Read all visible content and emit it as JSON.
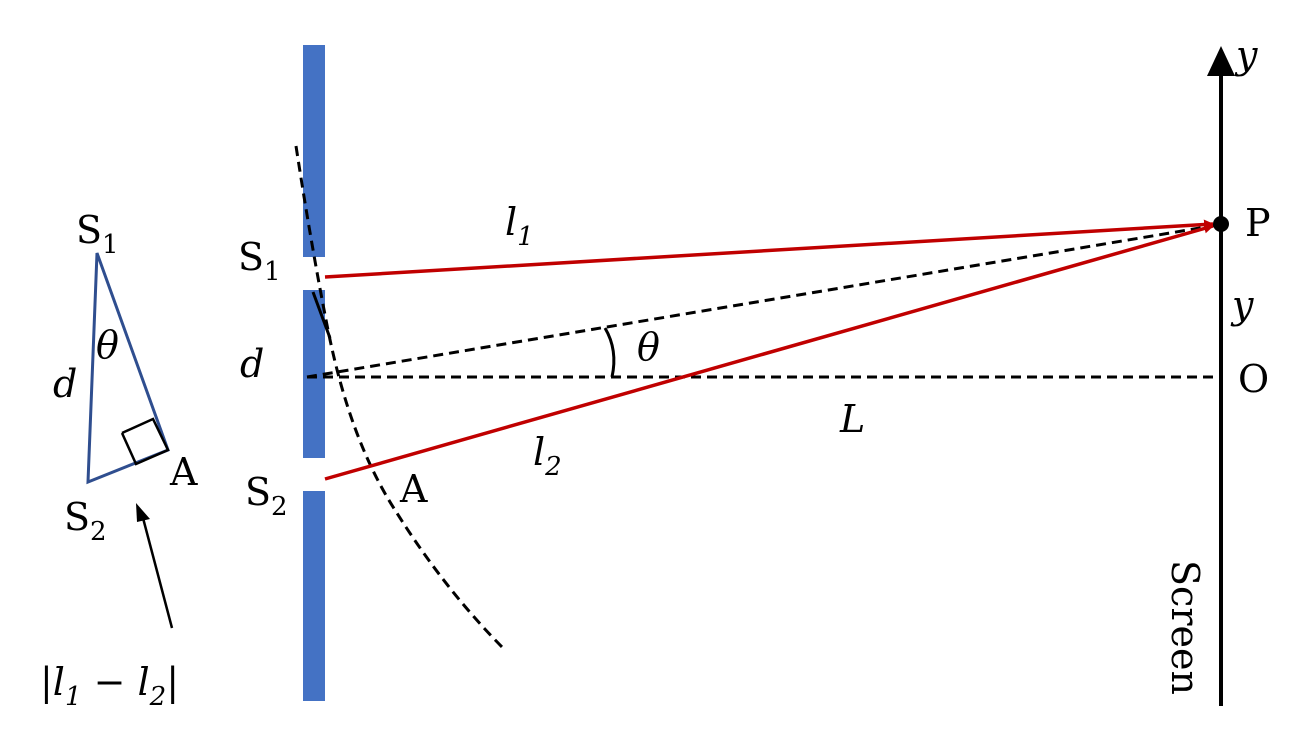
{
  "colors": {
    "barrier": "#4472C4",
    "ray": "#C00000",
    "ink": "#000000"
  },
  "labels": {
    "s1_main": "S",
    "s1_main_sub": "1",
    "s2_main": "S",
    "s2_main_sub": "2",
    "d_main": "d",
    "l1": "l",
    "l1_sub": "1",
    "l2": "l",
    "l2_sub": "2",
    "theta_main": "θ",
    "L": "L",
    "A_main": "A",
    "P": "P",
    "O": "O",
    "y_axis": "y",
    "y_dist": "y",
    "screen": "Screen",
    "s1_tri": "S",
    "s1_tri_sub": "1",
    "s2_tri": "S",
    "s2_tri_sub": "2",
    "theta_tri": "θ",
    "d_tri": "d",
    "A_tri": "A",
    "diff_open": "|l",
    "diff_sub1": "1",
    "diff_minus": " − l",
    "diff_sub2": "2",
    "diff_close": "|"
  }
}
